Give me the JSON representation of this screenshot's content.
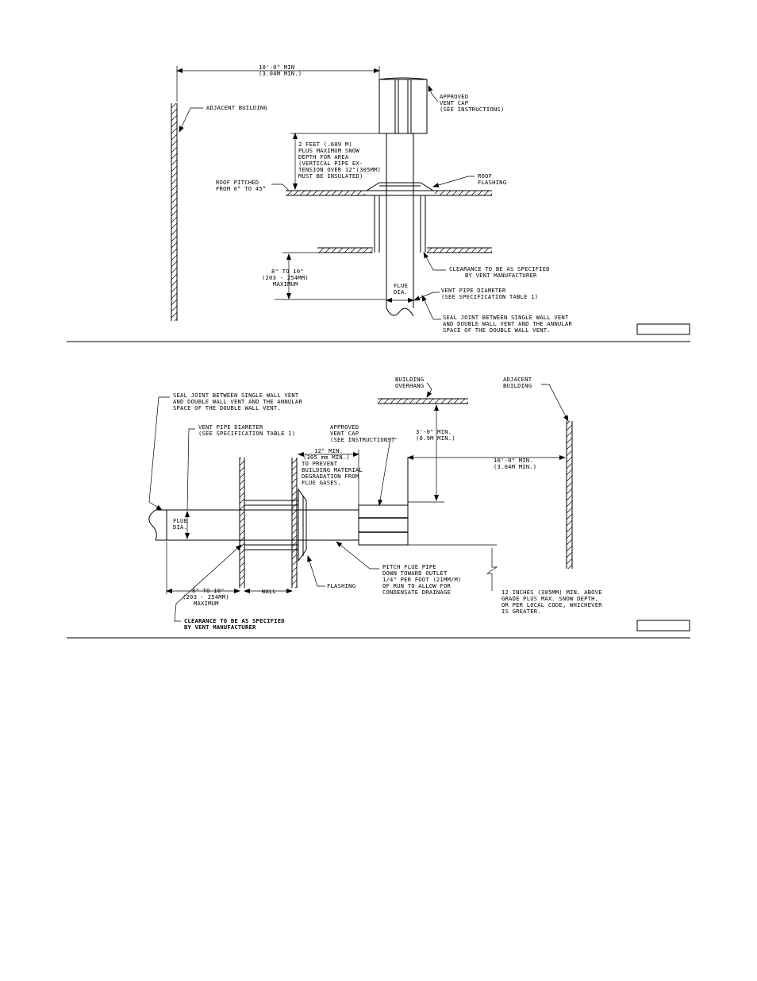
{
  "diagram1": {
    "dim_10ft": [
      "10'-0\" MIN",
      "(3.04M MIN.)"
    ],
    "adjacent_building": [
      "ADJACENT BUILDING"
    ],
    "vent_cap": [
      "APPROVED",
      "VENT CAP",
      "(SEE INSTRUCTIONS)"
    ],
    "two_feet": [
      "2 FEET (.609 M)",
      "PLUS MAXIMUM SNOW",
      "DEPTH FOR AREA",
      "(VERTICAL PIPE EX-",
      "TENSION OVER 12\"(305MM)",
      "MUST BE INSULATED)"
    ],
    "roof_flashing": [
      "ROOF",
      "FLASHING"
    ],
    "roof_pitched": [
      "ROOF PITCHED",
      "FROM 0° TO 45°"
    ],
    "clearance": [
      "CLEARANCE TO BE AS SPECIFIED",
      "BY VENT MANUFACTURER"
    ],
    "eight_to_ten": [
      "8\" TO 10\"",
      "(203 - 254MM)",
      "MAXIMUM"
    ],
    "flue_dia": [
      "FLUE",
      "DIA."
    ],
    "vent_pipe_diameter": [
      "VENT PIPE DIAMETER",
      "(SEE SPECIFICATION TABLE 1)"
    ],
    "seal_joint": [
      "SEAL JOINT BETWEEN SINGLE WALL VENT",
      "AND DOUBLE WALL VENT AND THE ANNULAR",
      "SPACE OF THE DOUBLE WALL VENT."
    ]
  },
  "diagram2": {
    "seal_joint": [
      "SEAL JOINT BETWEEN SINGLE WALL VENT",
      "AND DOUBLE WALL VENT AND THE ANNULAR",
      "SPACE OF THE DOUBLE WALL VENT."
    ],
    "building_overhang": [
      "BUILDING",
      "OVERHANG"
    ],
    "adjacent_building": [
      "ADJACENT",
      "BUILDING"
    ],
    "vent_pipe_diameter": [
      "VENT PIPE DIAMETER",
      "(SEE SPECIFICATION TABLE 1)"
    ],
    "vent_cap": [
      "APPROVED",
      "VENT CAP",
      "(SEE INSTRUCTIONS)"
    ],
    "three_ft": [
      "3'-0\" MIN.",
      "(0.9M MIN.)"
    ],
    "twelve_min": [
      "12\" MIN.",
      "(305 mm MIN.)",
      "TO PREVENT",
      "BUILDING MATERIAL",
      "DEGRADATION FROM",
      "FLUE GASES."
    ],
    "ten_ft": [
      "10'-0\" MIN.",
      "(3.04M MIN.)"
    ],
    "flue_dia": [
      "FLUE",
      "DIA."
    ],
    "pitch": [
      "PITCH FLUE PIPE",
      "DOWN TOWARD OUTLET",
      "1/4\" PER FOOT (21MM/M)",
      "OF RUN TO ALLOW FOR",
      "CONDENSATE DRAINAGE"
    ],
    "eight_to_ten": [
      "8\" TO 10\"",
      "(203 - 254MM)",
      "MAXIMUM"
    ],
    "wall": [
      "WALL"
    ],
    "flashing": [
      "FLASHING"
    ],
    "twelve_inches": [
      "12 INCHES (305MM) MIN. ABOVE",
      "GRADE PLUS MAX. SNOW DEPTH,",
      "OR PER LOCAL CODE, WHICHEVER",
      "IS GREATER."
    ],
    "clearance": [
      "CLEARANCE TO BE AS SPECIFIED",
      "BY VENT MANUFACTURER"
    ]
  }
}
